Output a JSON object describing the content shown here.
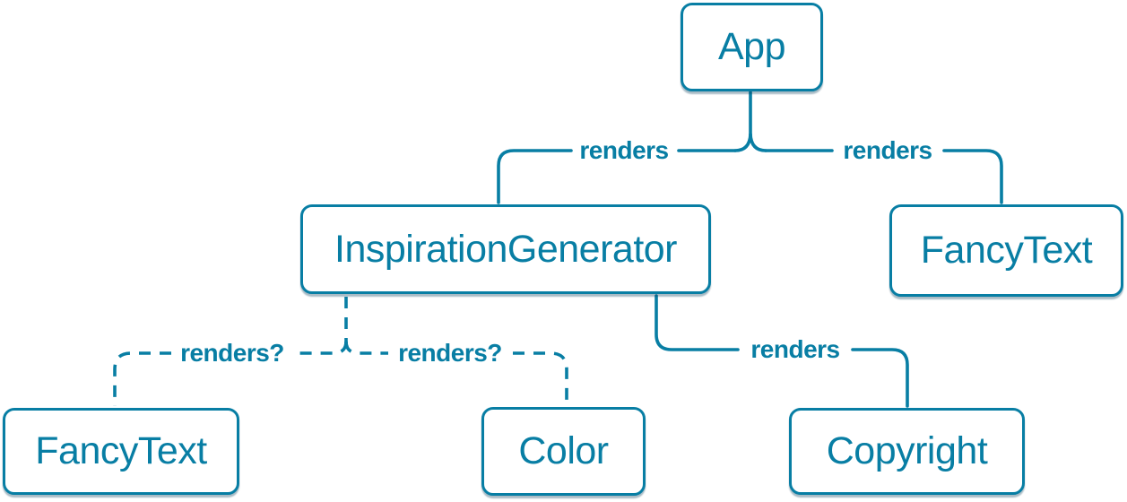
{
  "colors": {
    "accent": "#087ea4",
    "node_background": "#ffffff"
  },
  "nodes": {
    "app": {
      "label": "App"
    },
    "inspiration_generator": {
      "label": "InspirationGenerator"
    },
    "fancy_text_top": {
      "label": "FancyText"
    },
    "fancy_text_bottom": {
      "label": "FancyText"
    },
    "color": {
      "label": "Color"
    },
    "copyright": {
      "label": "Copyright"
    }
  },
  "edges": {
    "app_to_inspiration_generator": {
      "label": "renders",
      "style": "solid"
    },
    "app_to_fancy_text": {
      "label": "renders",
      "style": "solid"
    },
    "inspiration_generator_to_fancy_text": {
      "label": "renders?",
      "style": "dashed"
    },
    "inspiration_generator_to_color": {
      "label": "renders?",
      "style": "dashed"
    },
    "inspiration_generator_to_copyright": {
      "label": "renders",
      "style": "solid"
    }
  }
}
